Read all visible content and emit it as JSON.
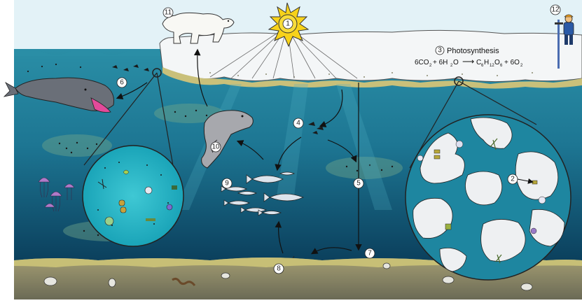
{
  "labels": {
    "sun": "1",
    "sea_ice_algae": "2",
    "photosynthesis_number": "3",
    "photosynthesis_title": "Photosynthesis",
    "zooplankton": "4",
    "phytoplankton": "5",
    "whale": "6",
    "sinking": "7",
    "benthos": "8",
    "fish": "9",
    "seal": "10",
    "polar_bear": "11",
    "researcher": "12"
  },
  "equation": {
    "left_a": "6CO",
    "left_a_sub": "2",
    "plus": "+ 6H",
    "plus_sub": "2",
    "left_b_tail": "O",
    "arrow": "⟶",
    "right_a": "C",
    "right_a_sub1": "6",
    "right_a_mid": "H",
    "right_a_sub2": "12",
    "right_a_tail": "O",
    "right_a_sub3": "6",
    "right_b": "+ 6O",
    "right_b_sub": "2"
  },
  "colors": {
    "sky": "#dff0f6",
    "ice": "#f3f5f6",
    "ice_algae": "#c7bf76",
    "water_top": "#1f7f98",
    "water_bottom": "#0a3f5a",
    "seafloor": "#8a8a6a",
    "sun": "#f7d21a"
  }
}
